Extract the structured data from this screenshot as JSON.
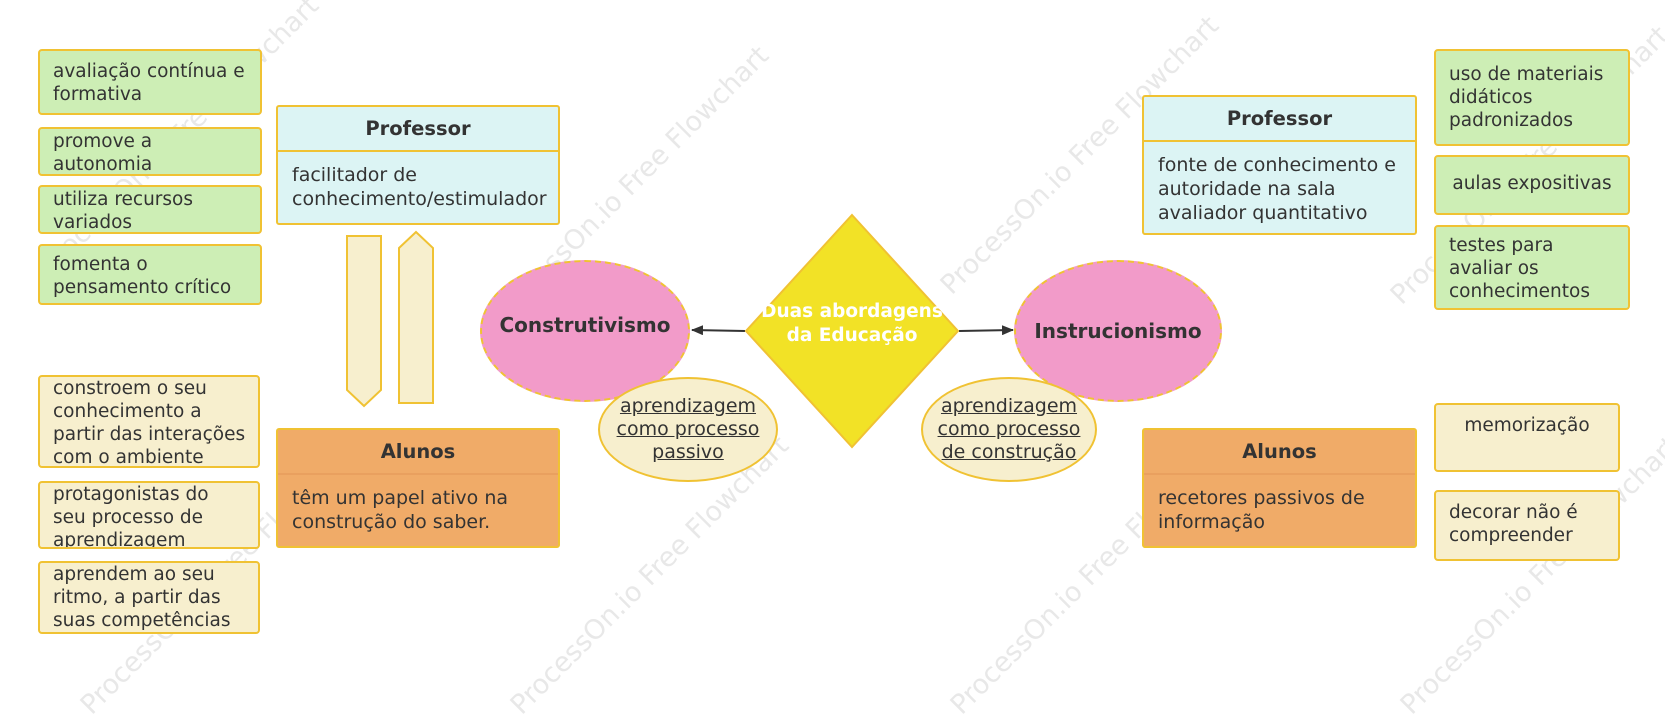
{
  "watermark": "ProcessOn.io Free Flowchart",
  "center": {
    "label_line1": "Duas abordagens",
    "label_line2": "da Educação"
  },
  "left": {
    "title": "Construtivismo",
    "bubble": [
      "aprendizagem",
      "como processo",
      "passivo"
    ],
    "professor": {
      "header": "Professor",
      "body": [
        "facilitador de",
        "conhecimento/estimulador"
      ]
    },
    "alunos": {
      "header": "Alunos",
      "body": [
        "têm um papel ativo  na",
        "construção do saber."
      ]
    },
    "professor_notes": [
      [
        "avaliação contínua e",
        "formativa"
      ],
      [
        "promove a",
        "autonomia"
      ],
      [
        "utiliza recursos",
        "variados"
      ],
      [
        "fomenta o",
        "pensamento crítico"
      ]
    ],
    "alunos_notes": [
      [
        "constroem o seu",
        "conhecimento a",
        "partir das interações",
        "com o ambiente"
      ],
      [
        "protagonistas do",
        "seu processo de",
        "aprendizagem"
      ],
      [
        "aprendem ao seu",
        "ritmo, a partir das",
        "suas competências"
      ]
    ]
  },
  "right": {
    "title": "Instrucionismo",
    "bubble": [
      "aprendizagem",
      "como processo",
      "de construção"
    ],
    "professor": {
      "header": "Professor",
      "body": [
        "fonte de conhecimento e",
        "autoridade na sala",
        "avaliador quantitativo"
      ]
    },
    "alunos": {
      "header": "Alunos",
      "body": [
        "recetores passivos de",
        "informação"
      ]
    },
    "professor_notes": [
      [
        "uso de materiais",
        "didáticos",
        "padronizados"
      ],
      [
        "aulas expositivas"
      ],
      [
        "testes para",
        "avaliar os",
        "conhecimentos"
      ]
    ],
    "alunos_notes": [
      [
        "memorização"
      ],
      [
        "decorar não é",
        "compreender"
      ]
    ]
  },
  "colors": {
    "border": "#f0c233",
    "green": "#cdeeb5",
    "cream": "#f7efce",
    "teal": "#dcf4f4",
    "orange": "#f0ab68",
    "pink": "#f29bc9",
    "diamond": "#f2e226"
  }
}
